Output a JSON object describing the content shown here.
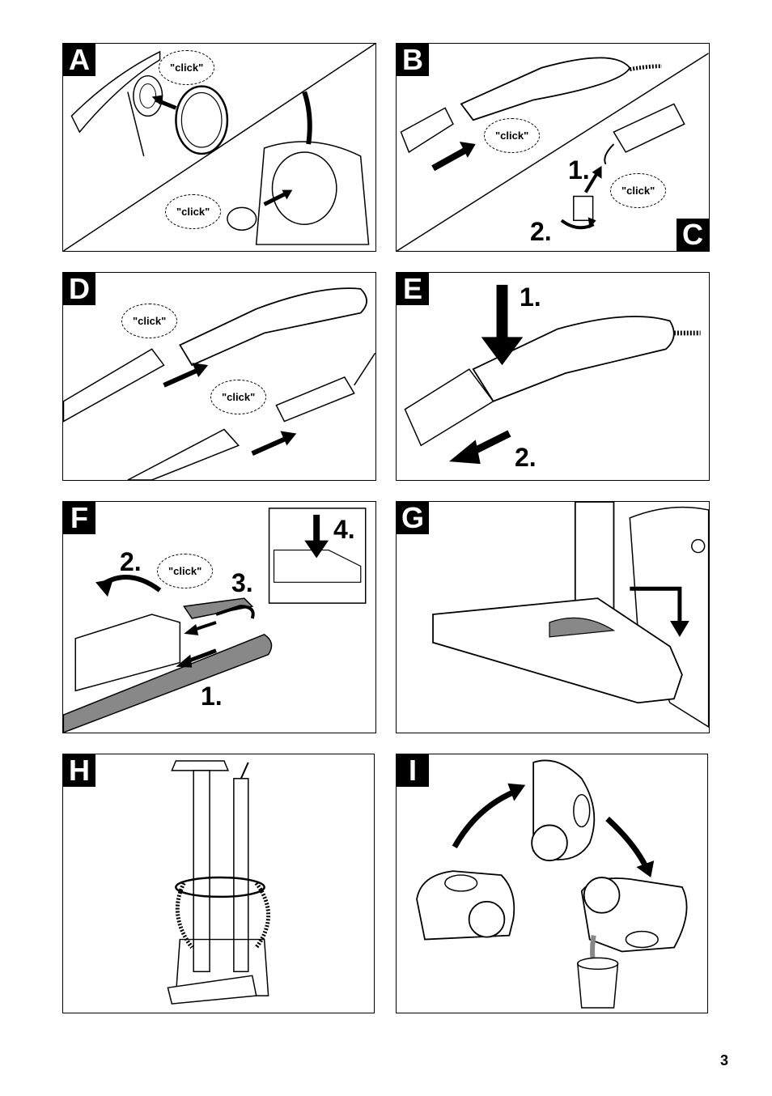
{
  "panels": {
    "A": {
      "letter": "A",
      "click1": "\"click\"",
      "click2": "\"click\""
    },
    "B": {
      "letter": "B",
      "click1": "\"click\""
    },
    "C": {
      "letter": "C",
      "click1": "\"click\"",
      "step1": "1.",
      "step2": "2."
    },
    "D": {
      "letter": "D",
      "click1": "\"click\"",
      "click2": "\"click\""
    },
    "E": {
      "letter": "E",
      "step1": "1.",
      "step2": "2."
    },
    "F": {
      "letter": "F",
      "click1": "\"click\"",
      "step1": "1.",
      "step2": "2.",
      "step3": "3.",
      "step4": "4."
    },
    "G": {
      "letter": "G"
    },
    "H": {
      "letter": "H"
    },
    "I": {
      "letter": "I"
    }
  },
  "page_number": "3"
}
